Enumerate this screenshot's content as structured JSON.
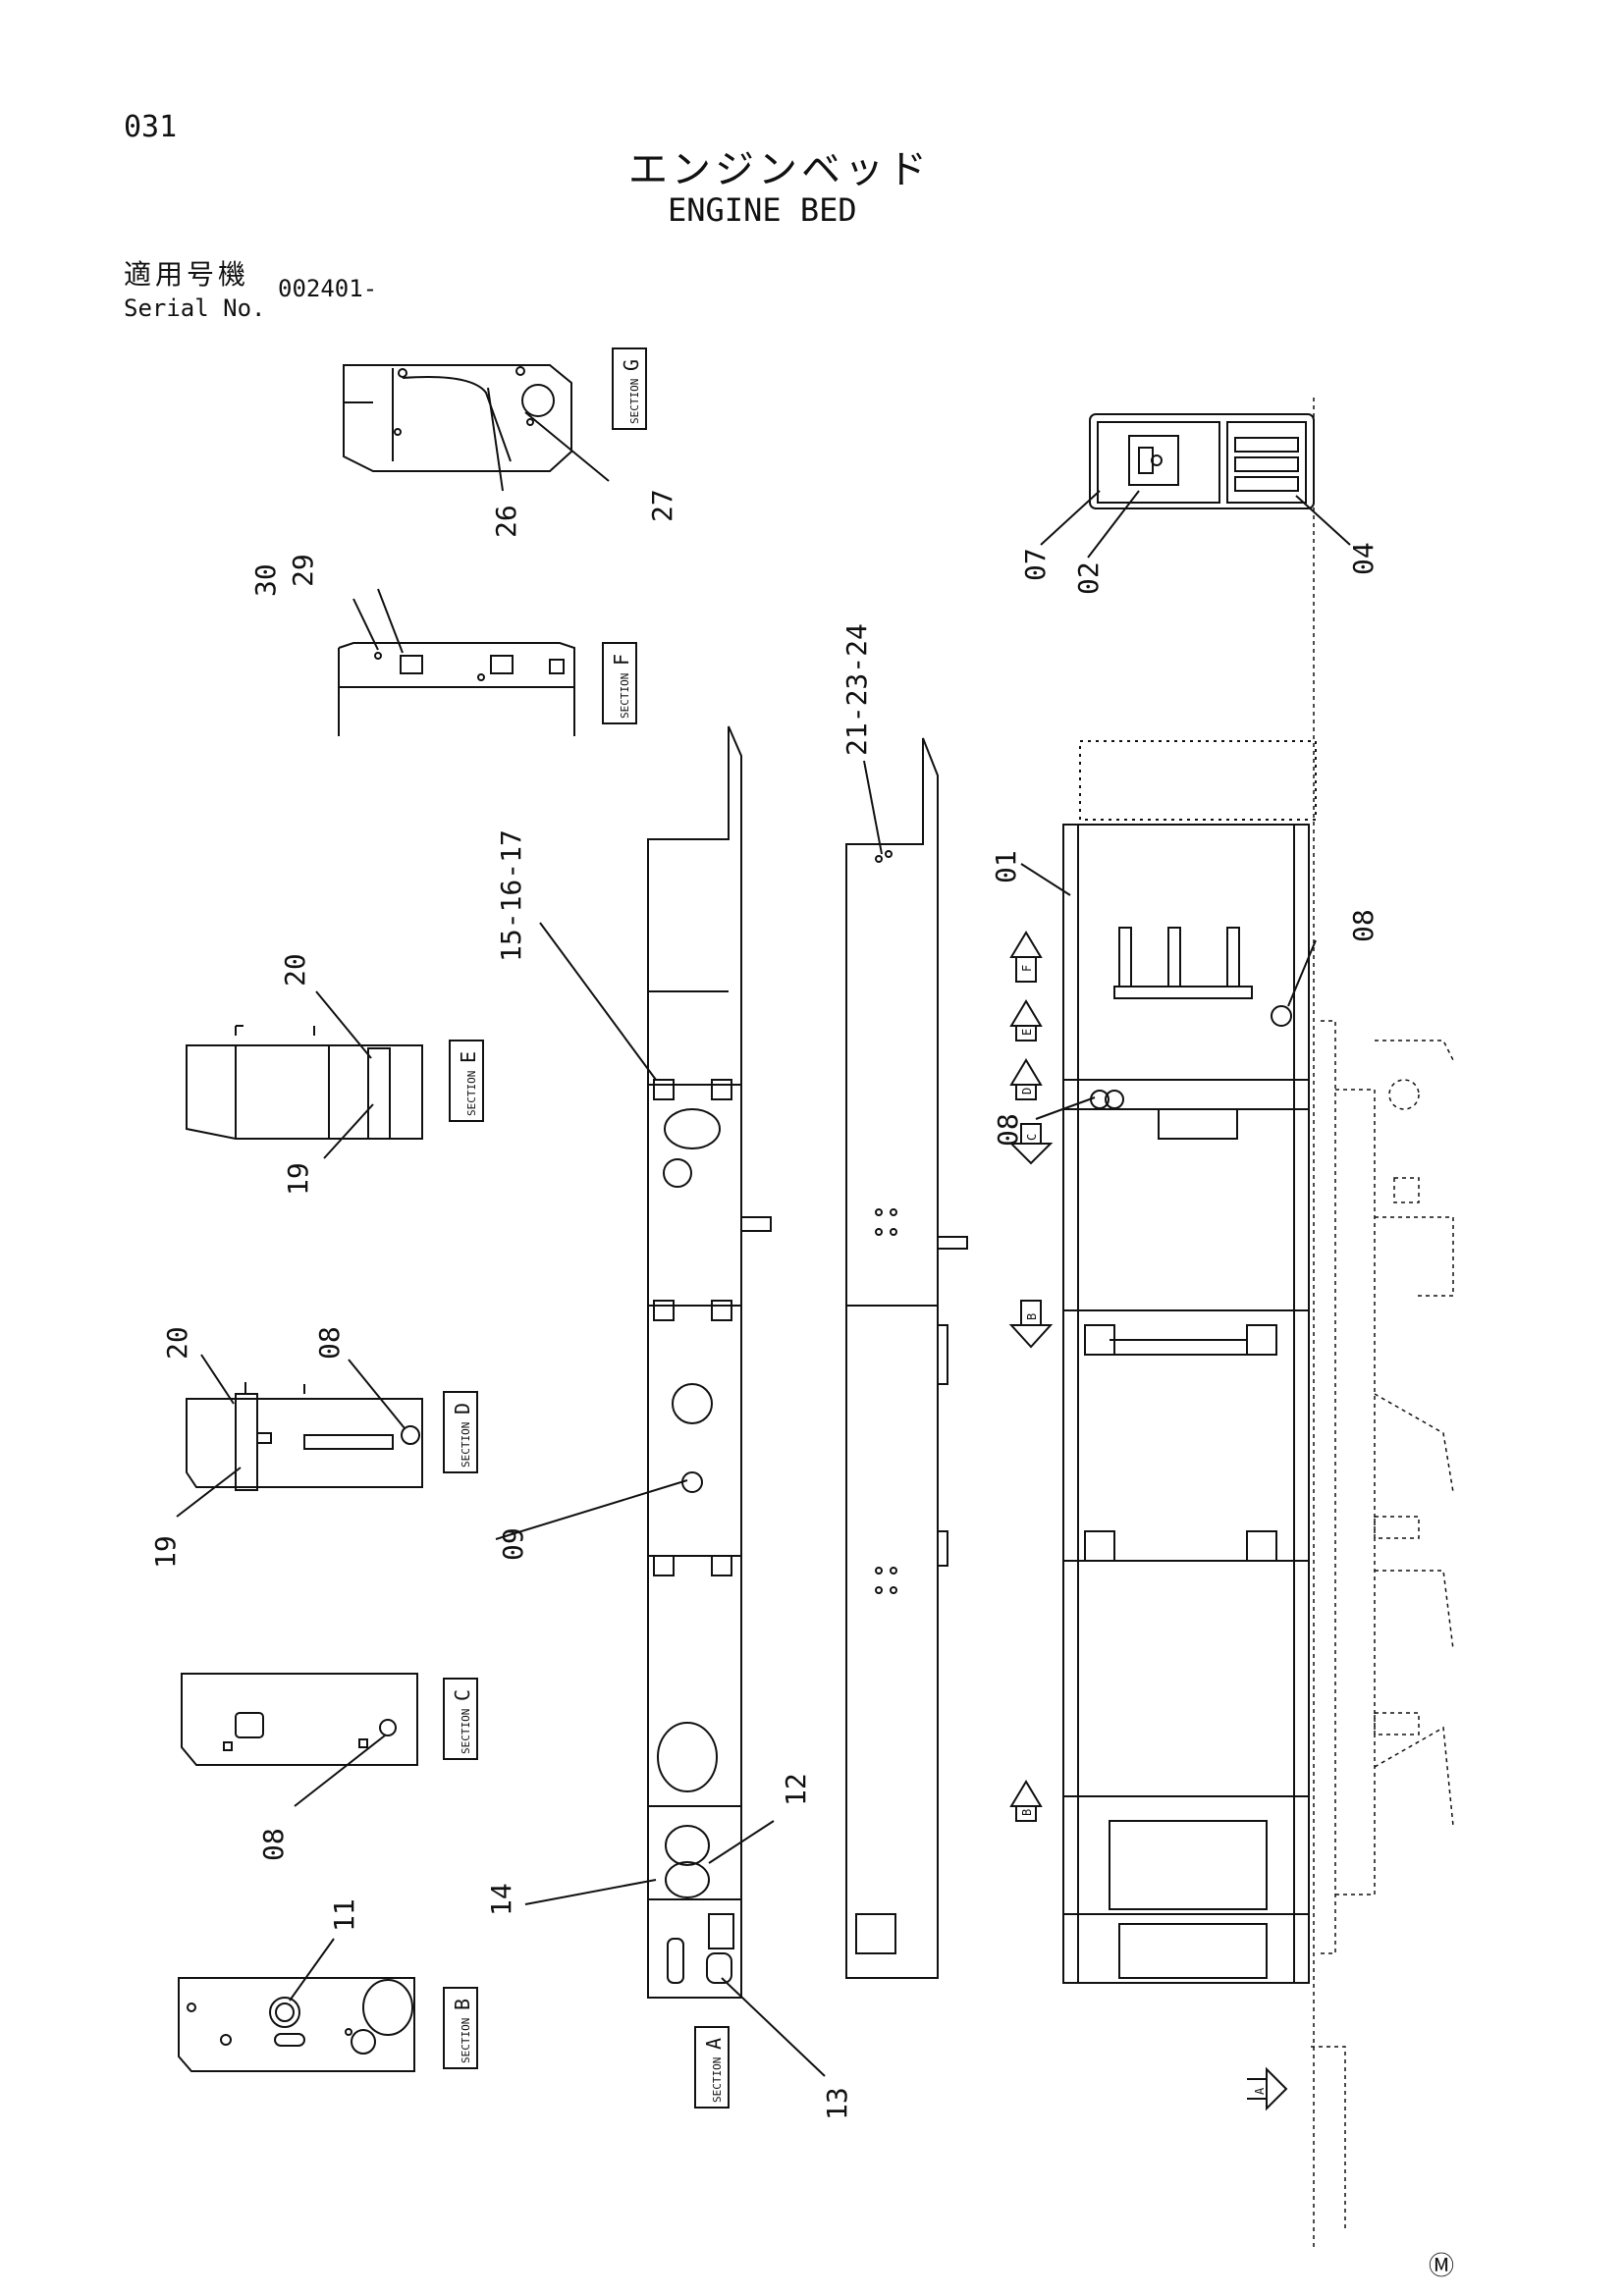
{
  "header": {
    "page_number": "031",
    "title_jp": "エンジンベッド",
    "title_en": "ENGINE BED",
    "serial_label_jp": "適用号機",
    "serial_label_en": "Serial No.",
    "serial_value": "002401-"
  },
  "footer": {
    "mark": "Ⓜ"
  },
  "sections": {
    "g": {
      "word": "SECTION",
      "letter": "G"
    },
    "f": {
      "word": "SECTION",
      "letter": "F"
    },
    "e": {
      "word": "SECTION",
      "letter": "E"
    },
    "d": {
      "word": "SECTION",
      "letter": "D"
    },
    "c": {
      "word": "SECTION",
      "letter": "C"
    },
    "b": {
      "word": "SECTION",
      "letter": "B"
    },
    "a": {
      "word": "SECTION",
      "letter": "A"
    }
  },
  "callouts": {
    "c26": "26",
    "c27": "27",
    "c07": "07",
    "c02": "02",
    "c04": "04",
    "c30": "30",
    "c29": "29",
    "c21": "21-23-24",
    "c15": "15-16-17",
    "c01": "01",
    "c08a": "08",
    "c08b": "08",
    "c08c": "08",
    "c08d": "08",
    "c20a": "20",
    "c19a": "19",
    "c20b": "20",
    "c19b": "19",
    "c09": "09",
    "c12": "12",
    "c14": "14",
    "c13": "13",
    "c11": "11"
  },
  "view_arrows": {
    "a": "A",
    "b": "B",
    "c": "C",
    "d": "D",
    "e": "E",
    "f": "F"
  }
}
